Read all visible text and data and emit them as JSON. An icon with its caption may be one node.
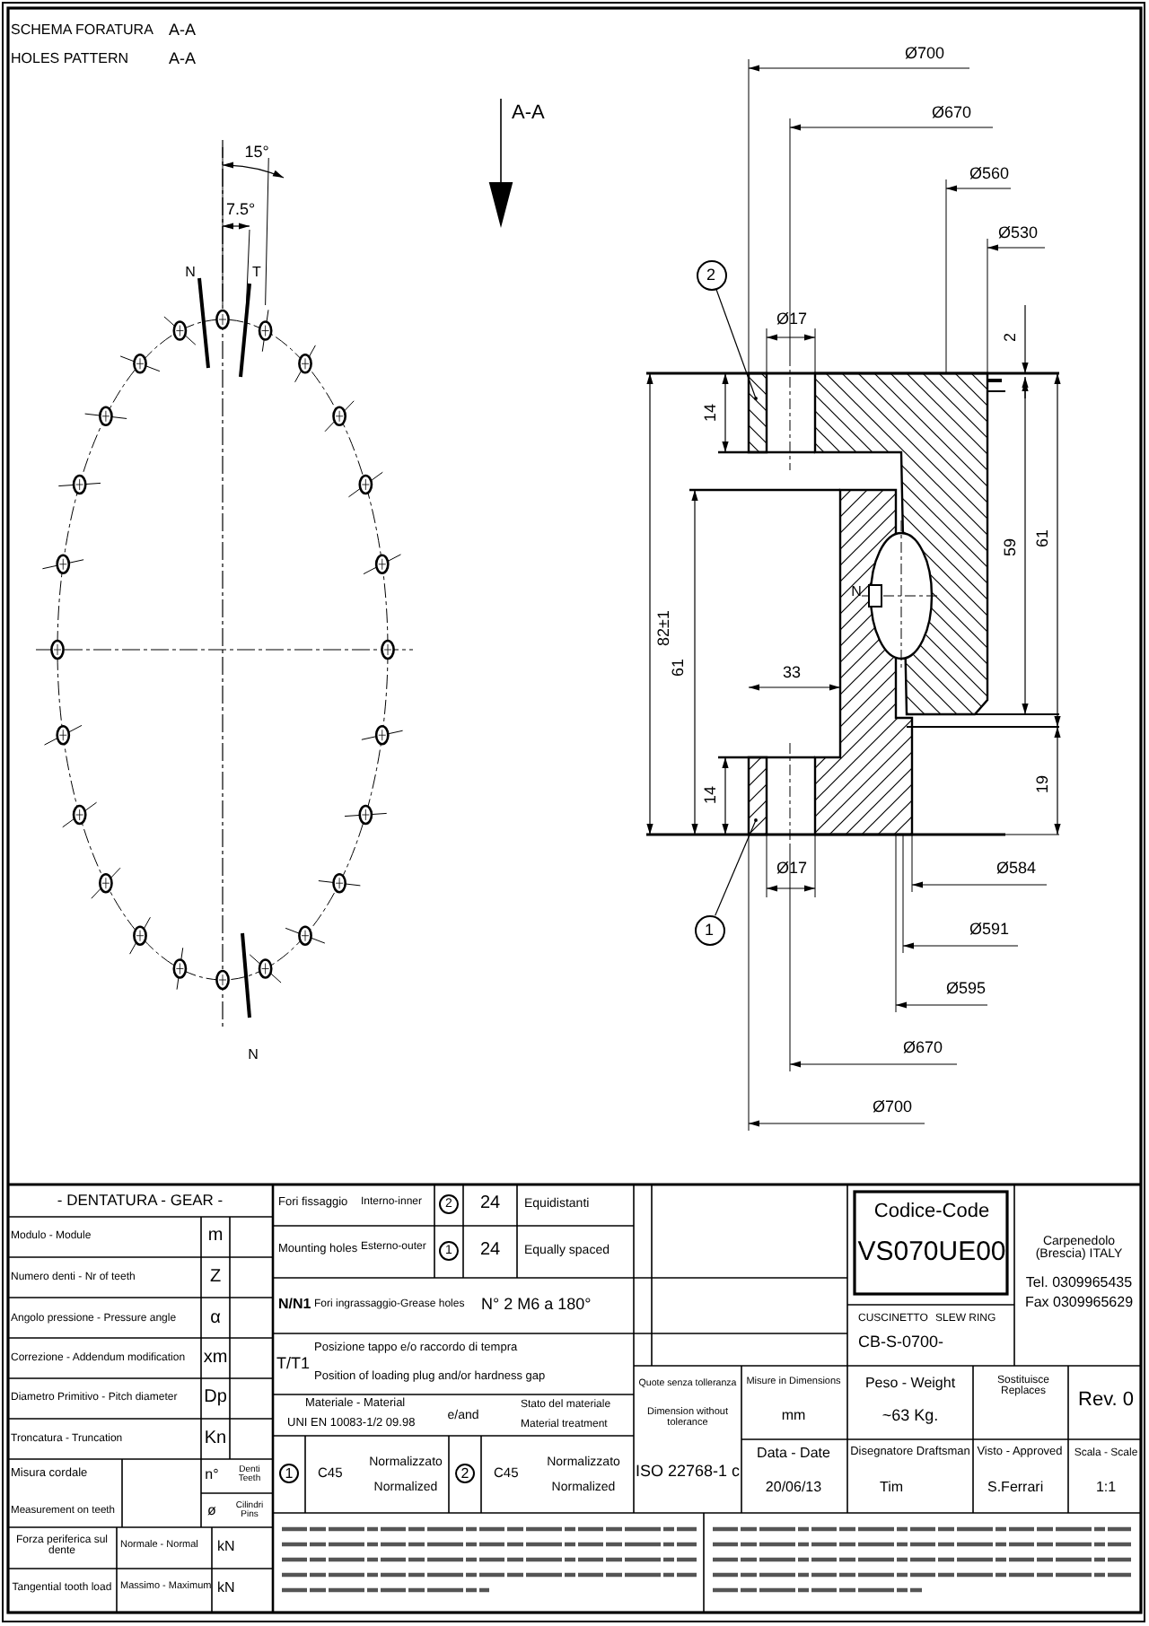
{
  "diagram": {
    "nodes": [
      {
        "text": [
          "2"
        ]
      },
      {
        "text": [
          "1"
        ]
      }
    ],
    "edges": [
      {
        "from": 0,
        "to": null,
        "arrow": "other"
      },
      {
        "from": 1,
        "to": null,
        "arrow": "other"
      }
    ],
    "labels": [
      "SCHEMA FORATURA",
      "A-A",
      "HOLES PATTERN",
      "A-A",
      "15°",
      "A-A",
      "7.5°",
      "N",
      "T",
      "N",
      "Ø700",
      "Ø670",
      "Ø560",
      "Ø530",
      "Ø17",
      "2",
      "14",
      "59",
      "61",
      "82±1",
      "N",
      "61",
      "33",
      "14",
      "19",
      "Ø17",
      "Ø584",
      "Ø591",
      "Ø595",
      "Ø670",
      "Ø700",
      "- DENTATURA - GEAR -",
      "Fori fissaggio",
      "Interno-inner",
      "2",
      "24",
      "Equidistanti",
      "Codice-Code",
      "Modulo - Module",
      "m",
      "Mounting holes",
      "Esterno-outer",
      "1",
      "24",
      "Equally spaced",
      "VS070UE00",
      "Carpenedolo (Brescia) ITALY",
      "Numero denti - Nr of teeth",
      "Z",
      "Tel. 0309965435",
      "N/N1",
      "Fori ingrassaggio-Grease holes",
      "N° 2 M6 a 180°",
      "Fax 0309965629",
      "Angolo pressione - Pressure angle",
      "α",
      "CUSCINETTO",
      "SLEW RING",
      "Posizione tappo e/o raccordo di tempra",
      "CB-S-0700-",
      "Correzione - Addendum modification",
      "xm",
      "T/T1",
      "Position of loading plug and/or hardness gap",
      "Diametro Primitivo - Pitch diameter",
      "Dp",
      "Materiale - Material",
      "Stato del materiale",
      "Quote senza tolleranza",
      "Misure in Dimensions",
      "Peso - Weight",
      "Sostituisce Replaces",
      "Rev. 0",
      "UNI EN 10083-1/2 09.98",
      "e/and",
      "Material treatment",
      "Dimension without tolerance",
      "mm",
      "~63 Kg.",
      "Troncatura - Truncation",
      "Kn",
      "Data - Date",
      "Disegnatore Draftsman",
      "Visto - Approved",
      "Scala - Scale",
      "Misura cordale",
      "n°",
      "Denti Teeth",
      "1",
      "C45",
      "Normalizzato",
      "Normalized",
      "2",
      "C45",
      "Normalizzato",
      "Normalized",
      "ISO 22768-1 c",
      "20/06/13",
      "Tim",
      "S.Ferrari",
      "1:1",
      "Measurement on teeth",
      "ø",
      "Cilindri Pins",
      "Forza periferica sul dente",
      "Normale - Normal",
      "kN",
      "Tangential tooth load",
      "Massimo - Maximum",
      "kN"
    ]
  }
}
